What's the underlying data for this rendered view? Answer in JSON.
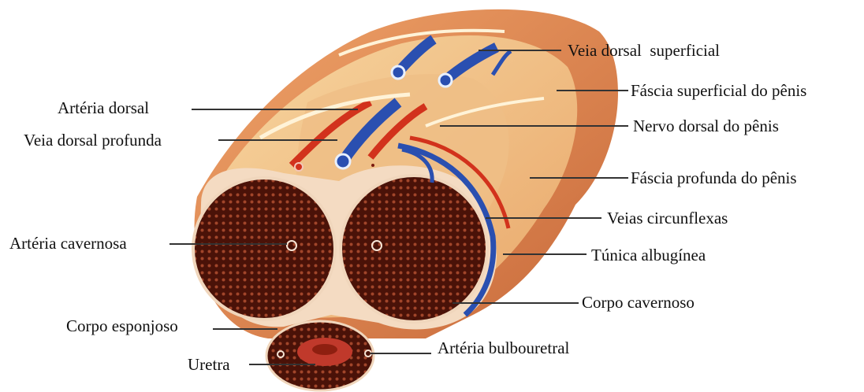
{
  "labels": {
    "veia_dorsal_superficial": "Veia dorsal  superficial",
    "fascia_superficial": "Fáscia superficial do pênis",
    "arteria_dorsal": "Artéria dorsal",
    "nervo_dorsal": "Nervo dorsal do pênis",
    "veia_dorsal_profunda": "Veia dorsal profunda",
    "fascia_profunda": "Fáscia profunda do pênis",
    "veias_circunflexas": "Veias circunflexas",
    "arteria_cavernosa": "Artéria cavernosa",
    "tunica_albuginea": "Túnica albugínea",
    "corpo_cavernoso": "Corpo cavernoso",
    "corpo_esponjoso": "Corpo esponjoso",
    "arteria_bulbouretral": "Artéria bulbouretral",
    "uretra": "Uretra"
  },
  "colors": {
    "outer_skin": "#d9814e",
    "fascia": "#f2c98a",
    "erectile_tissue": "#4a1208",
    "vein": "#2a4fb0",
    "artery": "#d2321c",
    "leader_line": "#333333"
  }
}
